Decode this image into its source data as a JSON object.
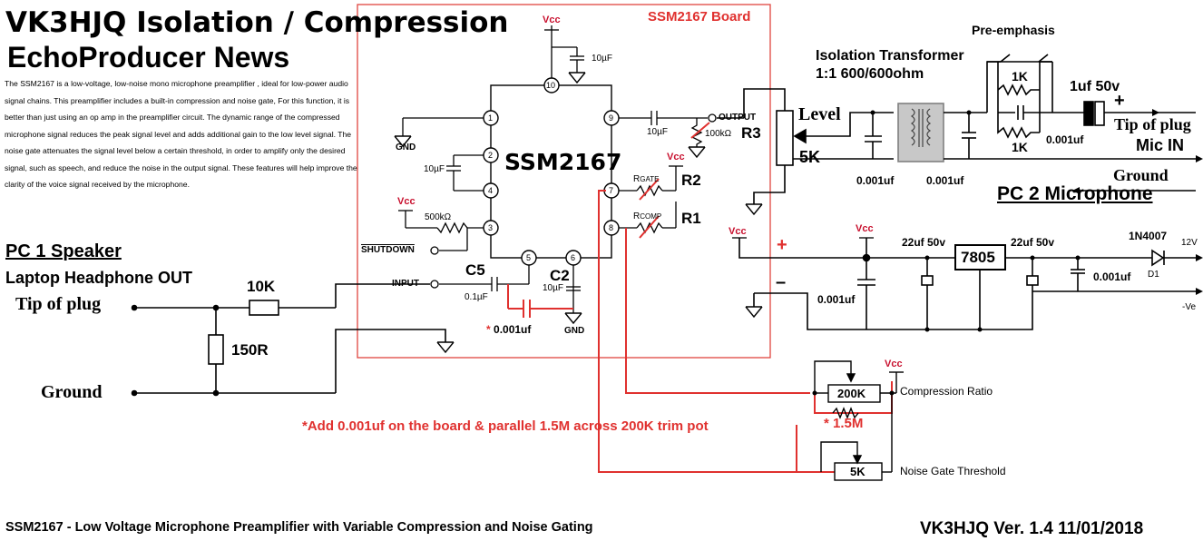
{
  "title_line1": "VK3HJQ Isolation / Compression",
  "title_line2": "EchoProducer News",
  "description": "The SSM2167 is a low-voltage, low-noise mono microphone preamplifier , ideal for low-power audio signal chains. This preamplifier includes a built-in compression and noise gate, For this function, it is better than just using an op amp in the preamplifier circuit. The dynamic range of the compressed microphone signal reduces the peak signal level and adds additional gain to the low level signal. The noise gate attenuates the signal level below a certain threshold, in order to amplify only the desired signal, such as speech, and reduce the noise in the output signal. These features will help improve the clarity of the voice signal received by the microphone.",
  "board_label": "SSM2167 Board",
  "chip_label": "SSM2167",
  "pc1": {
    "title": "PC 1 Speaker",
    "subtitle": "Laptop Headphone OUT",
    "tip": "Tip of plug",
    "ground": "Ground",
    "r10k": "10K",
    "r150": "150R"
  },
  "pc2": {
    "iso_title": "Isolation Transformer",
    "iso_spec": "1:1 600/600ohm",
    "pre_emphasis": "Pre-emphasis",
    "r1k_top": "1K",
    "r1k_bottom": "1K",
    "cap_pre": "0.001uf",
    "cap_1uf": "1uf 50v",
    "tip": "Tip of plug",
    "mic_in": "Mic IN",
    "ground": "Ground",
    "title": "PC 2 Microphone",
    "level": "Level",
    "pot_5k": "5K",
    "cap_left": "0.001uf",
    "cap_right": "0.001uf"
  },
  "board": {
    "vcc": "Vcc",
    "cap_top": "10µF",
    "pin_labels": [
      "1",
      "2",
      "4",
      "3",
      "5",
      "6",
      "7",
      "8",
      "9",
      "10"
    ],
    "gnd": "GND",
    "cap_10uf": "10µF",
    "r500k": "500kΩ",
    "shutdown": "SHUTDOWN",
    "input": "INPUT",
    "c5": "C5",
    "c5_val": "0.1µF",
    "c2": "C2",
    "c2_val": "10µF",
    "gnd_bottom": "GND",
    "output": "OUTPUT",
    "cap_out": "10µF",
    "r100k": "100kΩ",
    "r3": "R3",
    "r2": "R2",
    "r1": "R1",
    "r_gate_r": "R",
    "r_gate_sub": "GATE",
    "r_comp_r": "R",
    "r_comp_sub": "COMP",
    "vcc_gate": "Vcc",
    "added_cap": "0.001uf",
    "star": "*"
  },
  "power": {
    "vcc": "Vcc",
    "plus": "+",
    "minus": "–",
    "cap_22_left": "22uf 50v",
    "regulator": "7805",
    "cap_22_right": "22uf 50v",
    "diode": "1N4007",
    "v12": "12V",
    "d1": "D1",
    "cap_far": "0.001uf",
    "cap_bottom": "0.001uf",
    "neg": "-Ve"
  },
  "controls": {
    "vcc": "Vcc",
    "pot_200k": "200K",
    "compression_ratio": "Compression Ratio",
    "r15m": "* 1.5M",
    "pot_5k": "5K",
    "noise_gate": "Noise Gate Threshold"
  },
  "note": "*Add 0.001uf on the board & parallel 1.5M across 200K trim pot",
  "footer_left": "SSM2167 - Low Voltage Microphone Preamplifier with Variable Compression and Noise Gating",
  "footer_right": "VK3HJQ Ver. 1.4 11/01/2018",
  "colors": {
    "red_wire": "#e0312f",
    "board_border": "#e0453f",
    "vcc": "#c8102e"
  }
}
